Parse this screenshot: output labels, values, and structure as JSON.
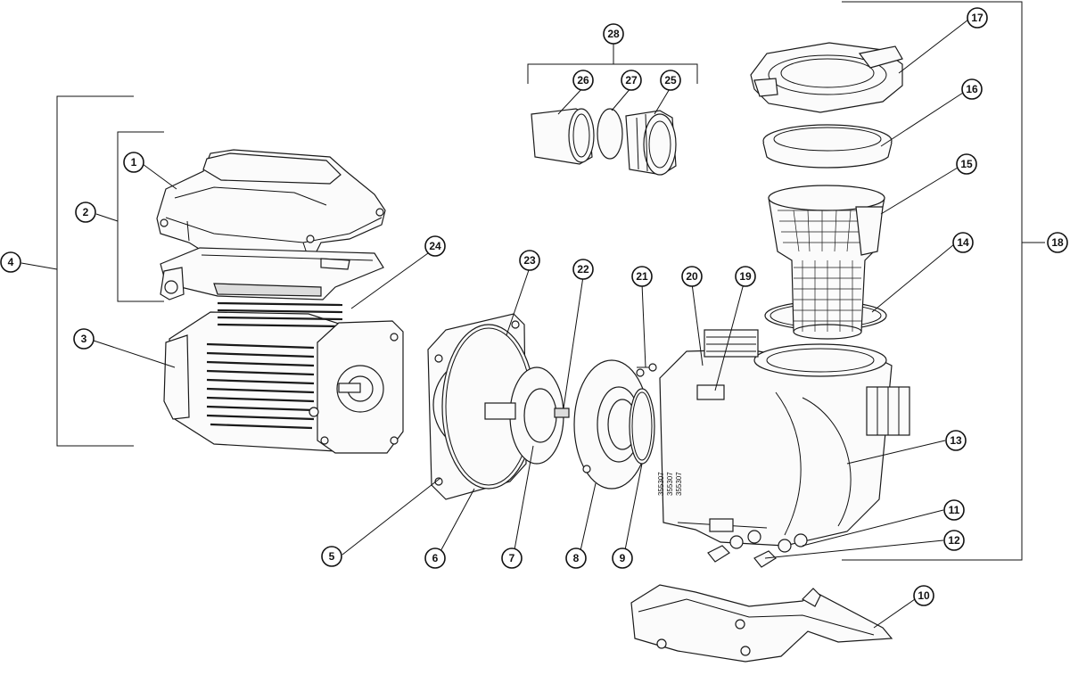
{
  "diagram": {
    "callouts": [
      {
        "id": "c1",
        "label": "1"
      },
      {
        "id": "c2",
        "label": "2"
      },
      {
        "id": "c3",
        "label": "3"
      },
      {
        "id": "c4",
        "label": "4"
      },
      {
        "id": "c5",
        "label": "5"
      },
      {
        "id": "c6",
        "label": "6"
      },
      {
        "id": "c7",
        "label": "7"
      },
      {
        "id": "c8",
        "label": "8"
      },
      {
        "id": "c9",
        "label": "9"
      },
      {
        "id": "c10",
        "label": "10"
      },
      {
        "id": "c11",
        "label": "11"
      },
      {
        "id": "c12",
        "label": "12"
      },
      {
        "id": "c13",
        "label": "13"
      },
      {
        "id": "c14",
        "label": "14"
      },
      {
        "id": "c15",
        "label": "15"
      },
      {
        "id": "c16",
        "label": "16"
      },
      {
        "id": "c17",
        "label": "17"
      },
      {
        "id": "c18",
        "label": "18"
      },
      {
        "id": "c19",
        "label": "19"
      },
      {
        "id": "c20",
        "label": "20"
      },
      {
        "id": "c21",
        "label": "21"
      },
      {
        "id": "c22",
        "label": "22"
      },
      {
        "id": "c23",
        "label": "23"
      },
      {
        "id": "c24",
        "label": "24"
      },
      {
        "id": "c25",
        "label": "25"
      },
      {
        "id": "c26",
        "label": "26"
      },
      {
        "id": "c27",
        "label": "27"
      },
      {
        "id": "c28",
        "label": "28"
      }
    ],
    "housing_text": [
      "355307",
      "355307",
      "355307"
    ]
  },
  "colors": {
    "line": "#111111",
    "fill": "#fbfbfb"
  }
}
